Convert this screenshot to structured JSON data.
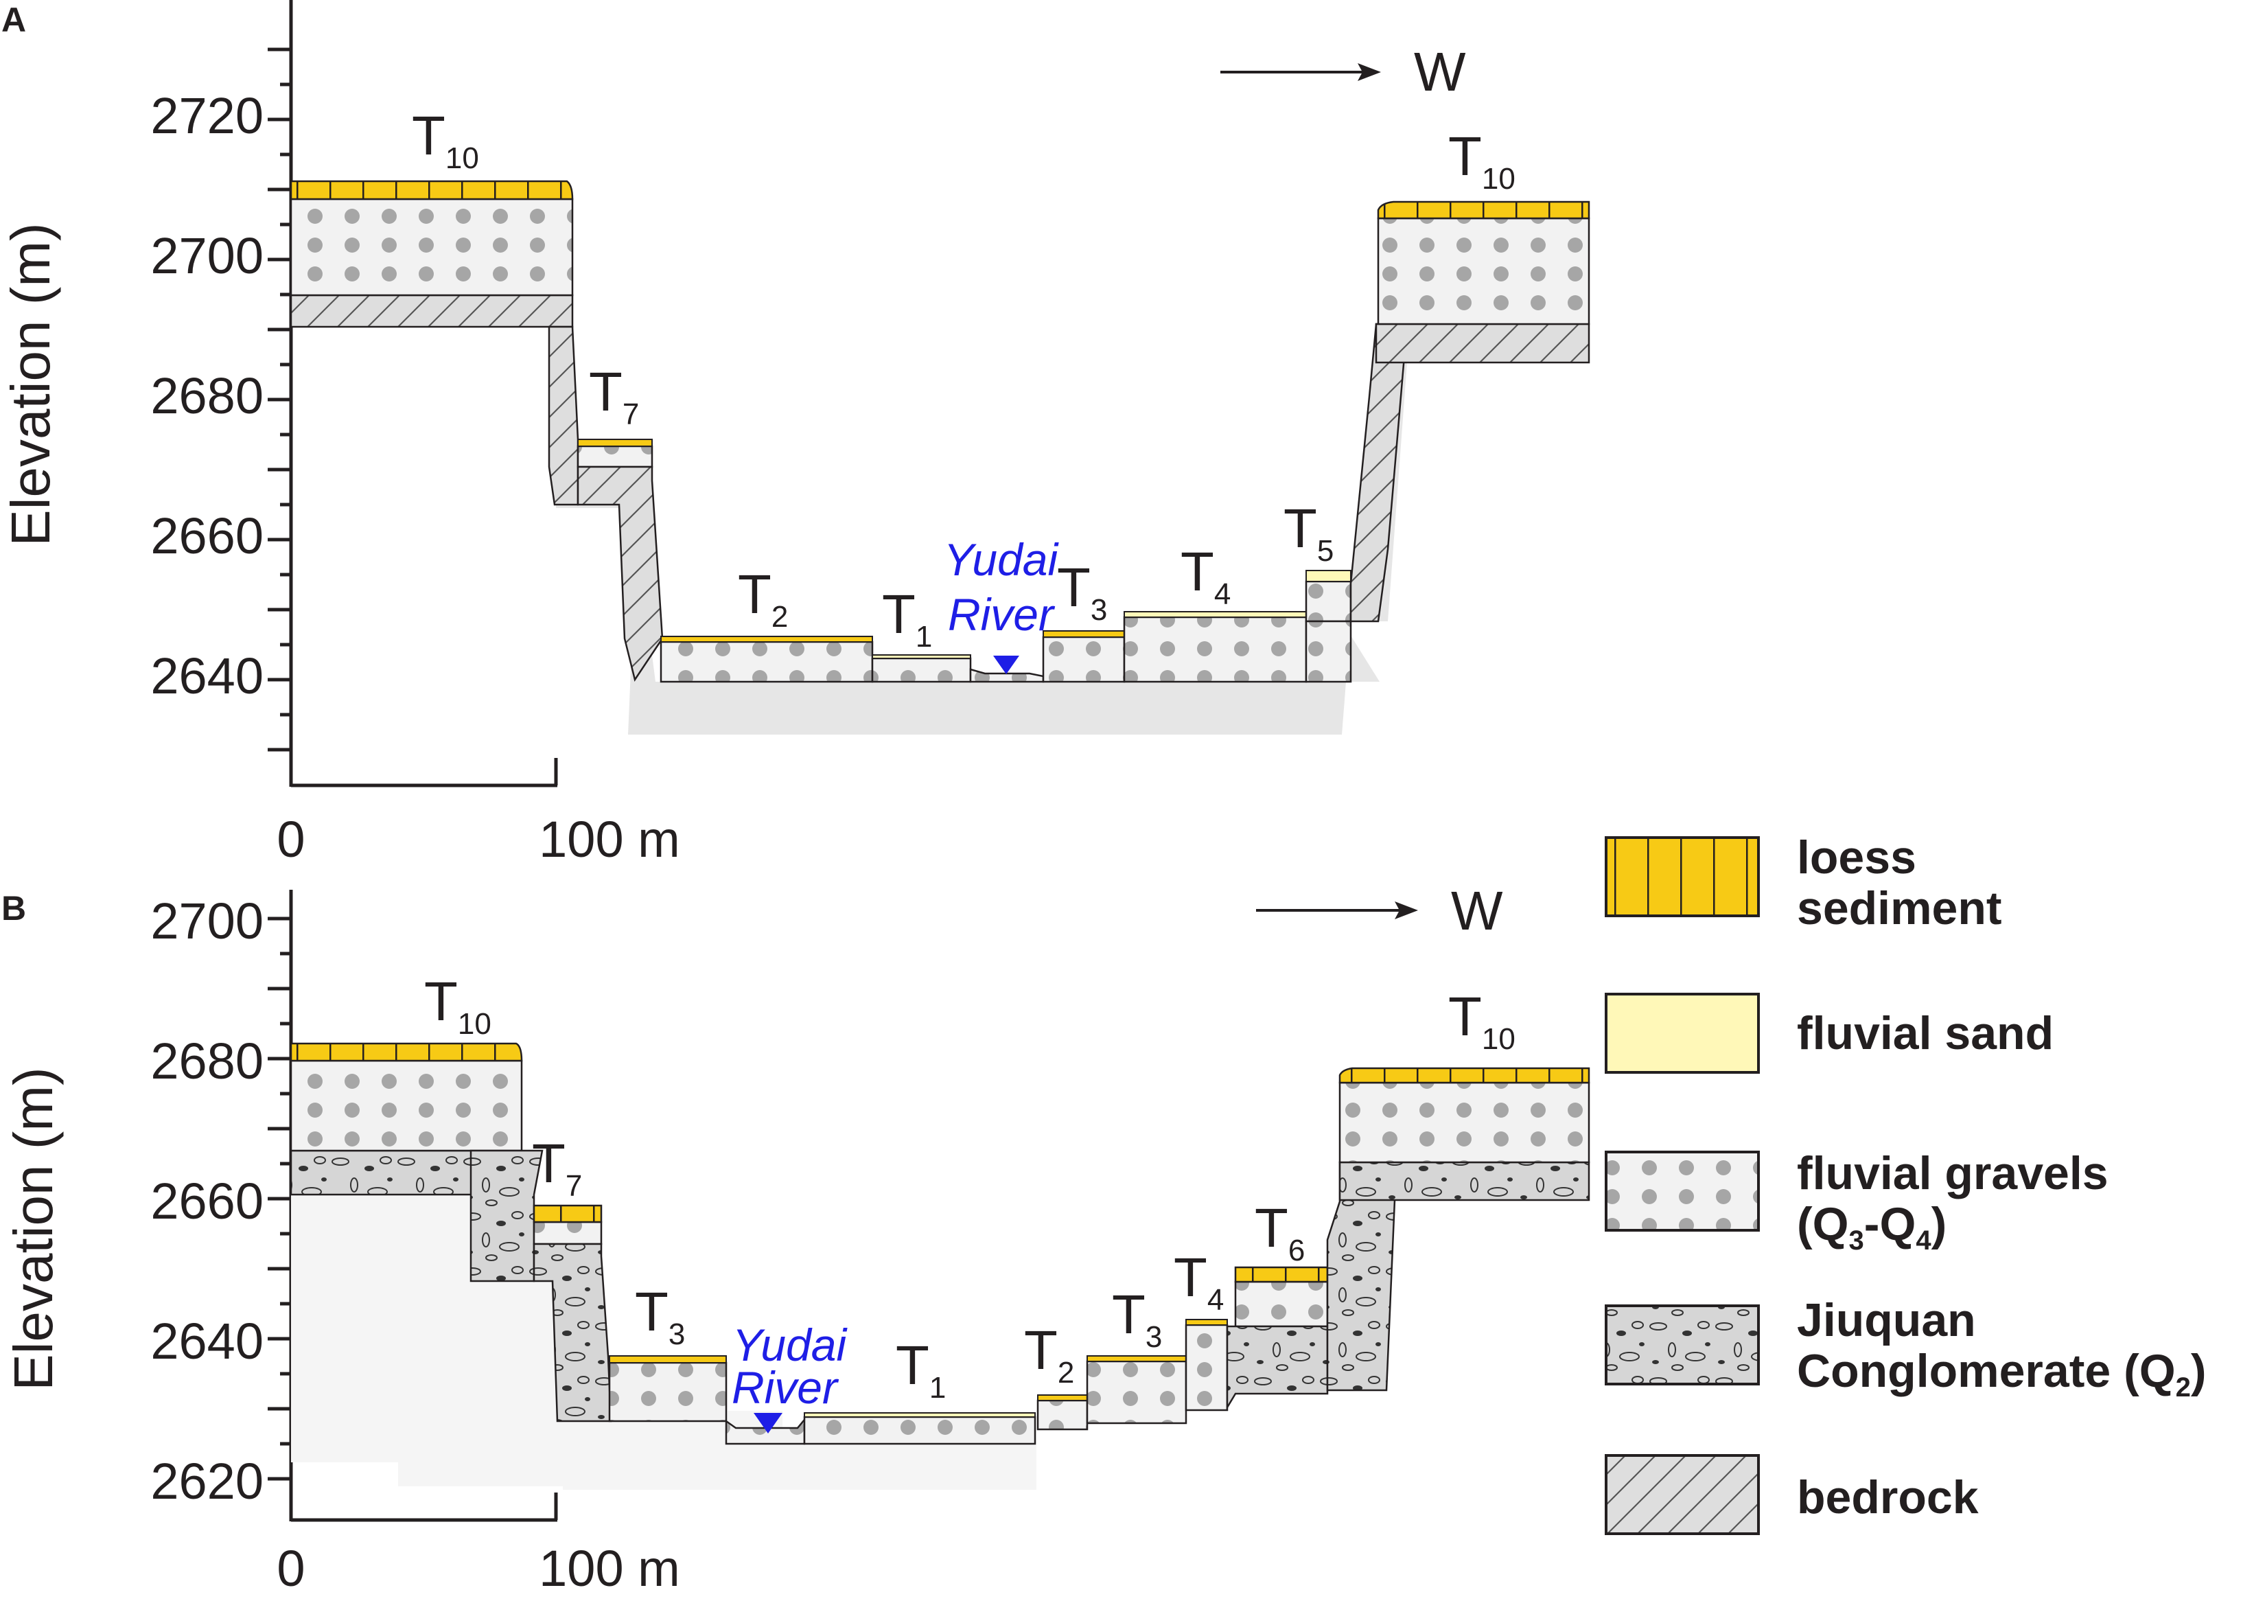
{
  "panelA": {
    "label": "A",
    "ylabel": "Elevation (m)",
    "yticks": [
      "2720",
      "2700",
      "2680",
      "2660",
      "2640"
    ],
    "xticks": [
      "0",
      "100 m"
    ],
    "direction": "W",
    "terraces": {
      "t10_left": "T",
      "t10_left_sub": "10",
      "t7": "T",
      "t7_sub": "7",
      "t2": "T",
      "t2_sub": "2",
      "t1": "T",
      "t1_sub": "1",
      "t3": "T",
      "t3_sub": "3",
      "t4": "T",
      "t4_sub": "4",
      "t5": "T",
      "t5_sub": "5",
      "t10_right": "T",
      "t10_right_sub": "10"
    },
    "river_line1": "Yudai",
    "river_line2": "River"
  },
  "panelB": {
    "label": "B",
    "ylabel": "Elevation (m)",
    "yticks": [
      "2700",
      "2680",
      "2660",
      "2640",
      "2620"
    ],
    "xticks": [
      "0",
      "100 m"
    ],
    "direction": "W",
    "terraces": {
      "t10_left": "T",
      "t10_left_sub": "10",
      "t7": "T",
      "t7_sub": "7",
      "t3_left": "T",
      "t3_left_sub": "3",
      "t1": "T",
      "t1_sub": "1",
      "t2": "T",
      "t2_sub": "2",
      "t3_right": "T",
      "t3_right_sub": "3",
      "t4": "T",
      "t4_sub": "4",
      "t6": "T",
      "t6_sub": "6",
      "t10_right": "T",
      "t10_right_sub": "10"
    },
    "river_line1": "Yudai",
    "river_line2": "River"
  },
  "legend": {
    "loess_line1": "loess",
    "loess_line2": "sediment",
    "sand": "fluvial sand",
    "gravel_line1": "fluvial gravels",
    "gravel_line2_a": "(Q",
    "gravel_line2_sub1": "3",
    "gravel_line2_b": "-Q",
    "gravel_line2_sub2": "4",
    "gravel_line2_c": ")",
    "conglom_line1": "Jiuquan",
    "conglom_line2": "Conglomerate (Q",
    "conglom_sub": "2",
    "conglom_close": ")",
    "bedrock": "bedrock"
  },
  "colors": {
    "loess": "#f7ca15",
    "sand": "#fff8b8",
    "gravel_bg": "#f2f2f2",
    "gravel_dot": "#a6a6a6",
    "conglomerate": "#d6d6d6",
    "bedrock": "#dedede",
    "river": "#1e1ee6",
    "ink": "#231f20"
  },
  "icons": {
    "river_marker": "triangle-down-icon",
    "direction_arrow": "arrow-right-icon"
  }
}
